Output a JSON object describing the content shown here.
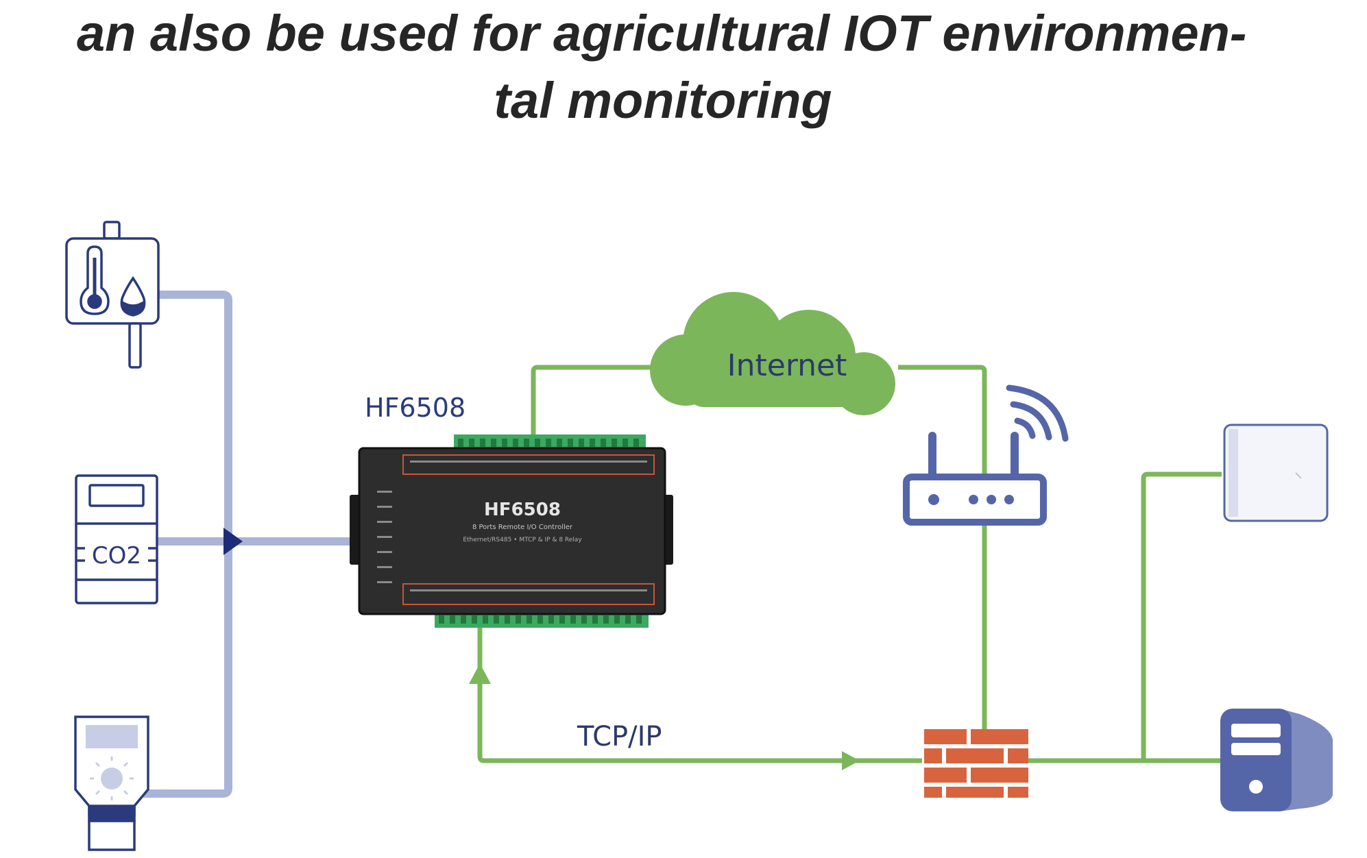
{
  "headline": {
    "line1": "an also be used for agricultural IOT environmen-",
    "line2": "tal monitoring"
  },
  "labels": {
    "device_model": "HF6508",
    "cloud": "Internet",
    "protocol": "TCP/IP",
    "co2_sensor": "CO2"
  },
  "device_face": {
    "model": "HF6508",
    "subtitle": "8 Ports Remote I/O Controller",
    "spec": "Ethernet/RS485 • MTCP & IP & 8 Relay"
  },
  "colors": {
    "sensor_line": "#a9b4d6",
    "network_line": "#7cb65a",
    "cloud": "#7cb65a",
    "icon_stroke": "#2a3a7c",
    "router": "#5566a8",
    "firewall": "#d8643f",
    "computer": "#5566a8",
    "headline": "#262626",
    "device_body": "#2d2d2d",
    "terminal_green": "#3da860"
  },
  "icons": [
    "thermo-hygrometer-icon",
    "co2-sensor-icon",
    "light-sensor-icon",
    "router-icon",
    "wifi-signal-icon",
    "cloud-icon",
    "firewall-icon",
    "monitor-panel-icon",
    "computer-icon"
  ]
}
